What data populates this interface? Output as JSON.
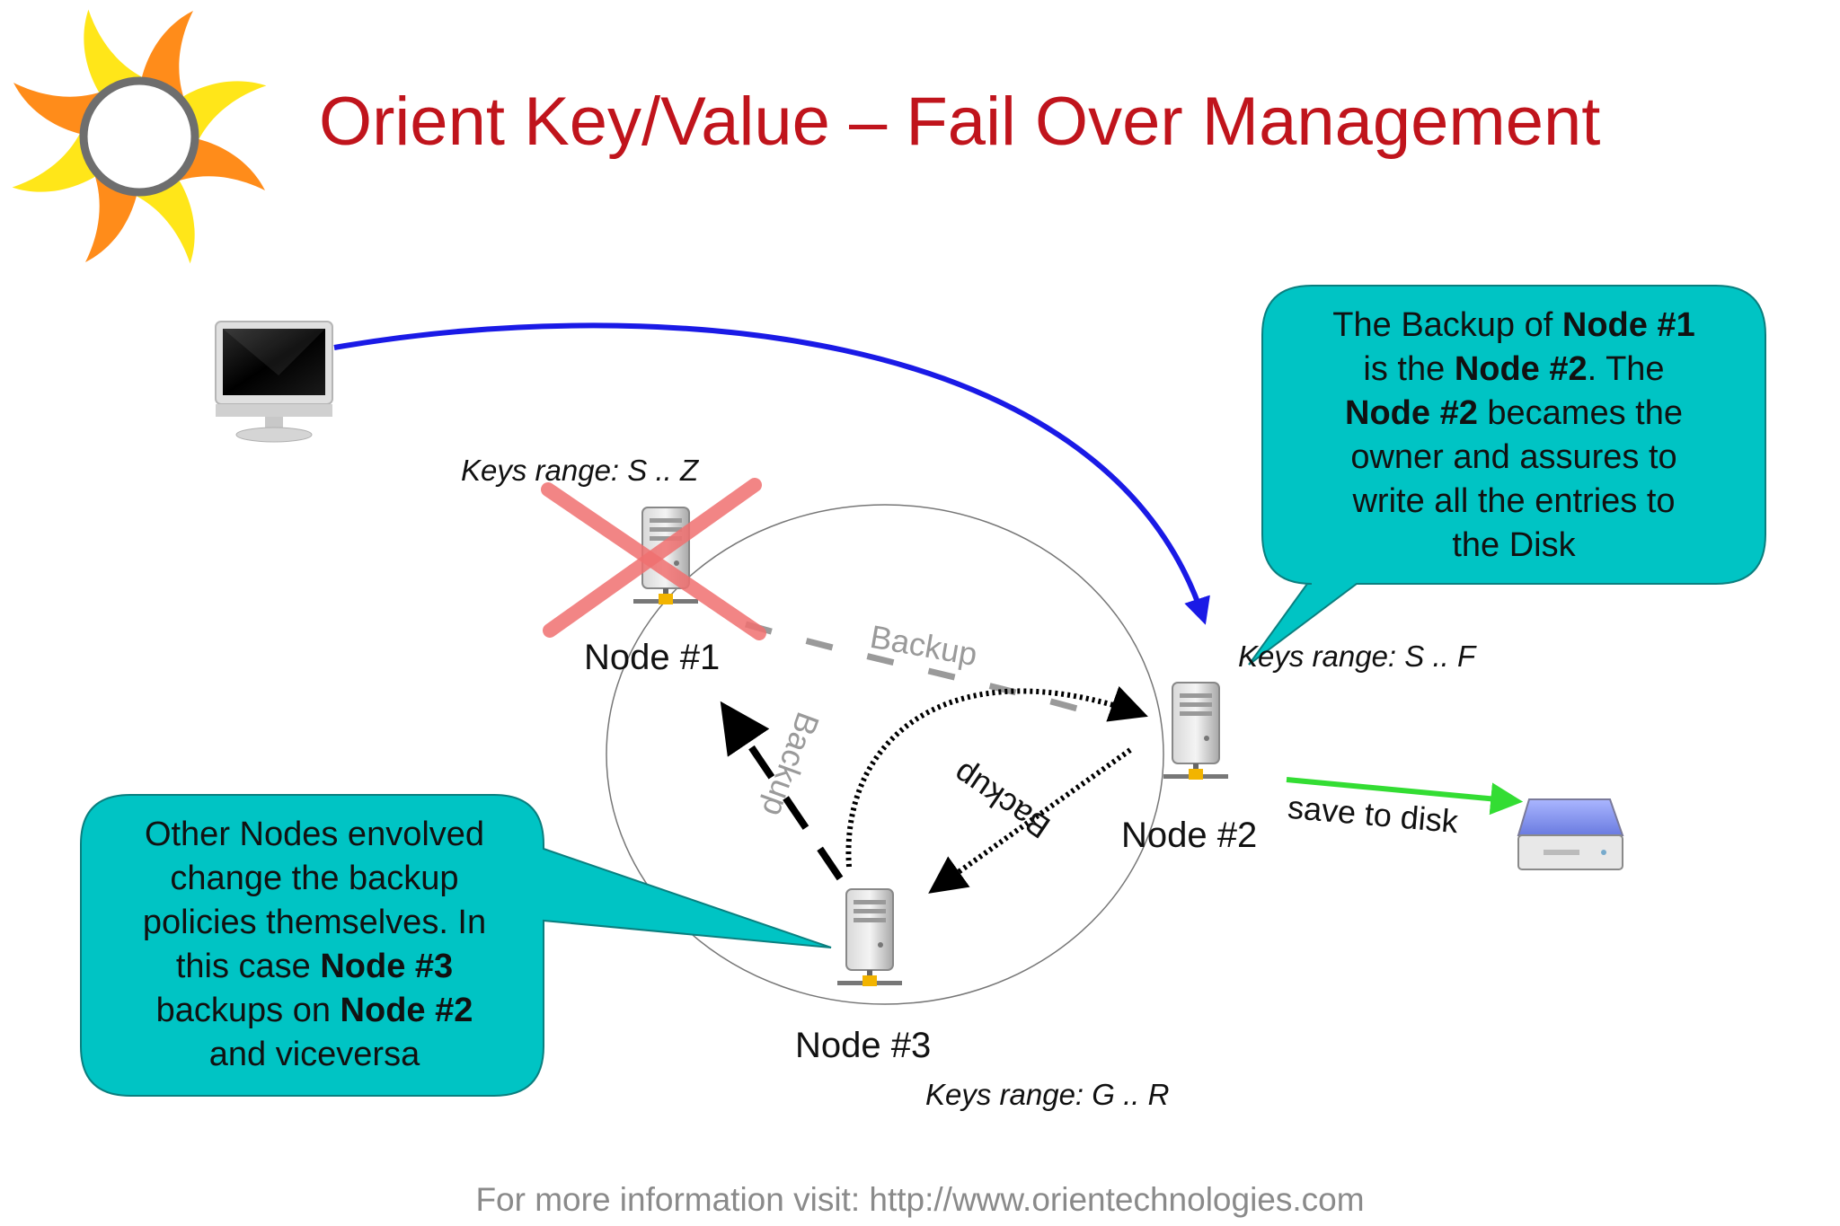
{
  "title": "Orient Key/Value – Fail Over Management",
  "nodes": {
    "node1": {
      "label": "Node #1",
      "keys_range": "Keys range: S .. Z",
      "status": "failed"
    },
    "node2": {
      "label": "Node #2",
      "keys_range": "Keys range: S .. F"
    },
    "node3": {
      "label": "Node #3",
      "keys_range": "Keys range: G .. R"
    }
  },
  "edges": {
    "backup_1_to_2": "Backup",
    "backup_3_to_1": "Backup",
    "backup_2_to_3": "Backup",
    "save_to_disk": "save to disk"
  },
  "callout_top": {
    "line1_pre": "The Backup of ",
    "line1_bold": "Node #1",
    "line2_pre": "is the ",
    "line2_bold": "Node #2",
    "line2_post": ". The",
    "line3_bold": "Node #2",
    "line3_post": " becames the",
    "line4": "owner and assures to",
    "line5": "write all the entries to",
    "line6": "the Disk"
  },
  "callout_bottom": {
    "line1": "Other Nodes envolved",
    "line2": "change the backup",
    "line3": "policies themselves. In",
    "line4_pre": "this case ",
    "line4_bold": "Node #3",
    "line5_pre": "backups on ",
    "line5_bold": "Node #2",
    "line6": "and viceversa"
  },
  "footer": "For more information visit: http://www.orientechnologies.com",
  "icons": [
    "sun-logo-icon",
    "monitor-icon",
    "server-icon",
    "disk-drive-icon",
    "failure-cross-icon"
  ],
  "colors": {
    "title": "#c0141c",
    "callout_fill": "#00c4c4",
    "client_arrow": "#1a1ae6",
    "disk_arrow": "#33dd33",
    "failure_cross": "#f07070",
    "footer": "#8a8a8a"
  }
}
